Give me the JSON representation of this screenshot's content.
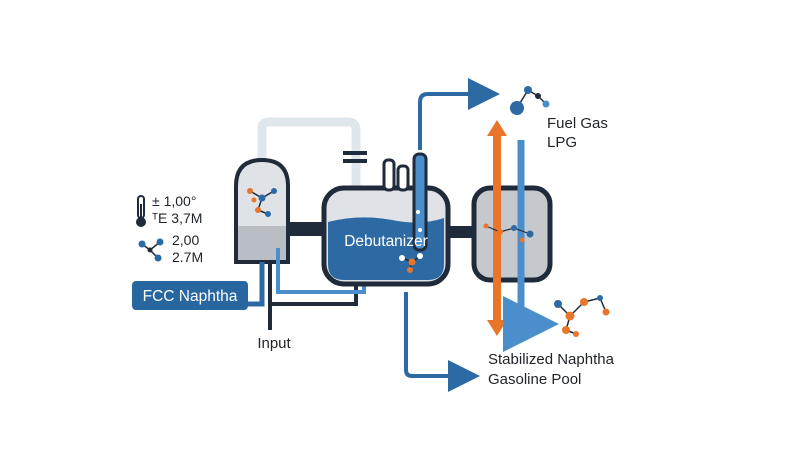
{
  "indicators": {
    "temp_line1": "± 1,00°",
    "temp_line2": "ᵀE 3,7M",
    "mol_line1": "2,00",
    "mol_line2": "2.7M"
  },
  "feed": {
    "label": "FCC Naphtha",
    "input_label": "Input"
  },
  "column": {
    "label": "Debutanizer"
  },
  "outputs": {
    "fuel_gas": "Fuel Gas",
    "lpg": "LPG",
    "stabilized_naphtha": "Stabilized Naphtha",
    "gasoline_pool": "Gasoline Pool"
  },
  "colors": {
    "dark": "#1f2a3a",
    "blue": "#2d6aa3",
    "light_blue": "#4a8fcc",
    "orange": "#e8752a",
    "gray": "#c5c9ce",
    "light_gray": "#dfe6ec",
    "feed_box": "#2866a0"
  }
}
